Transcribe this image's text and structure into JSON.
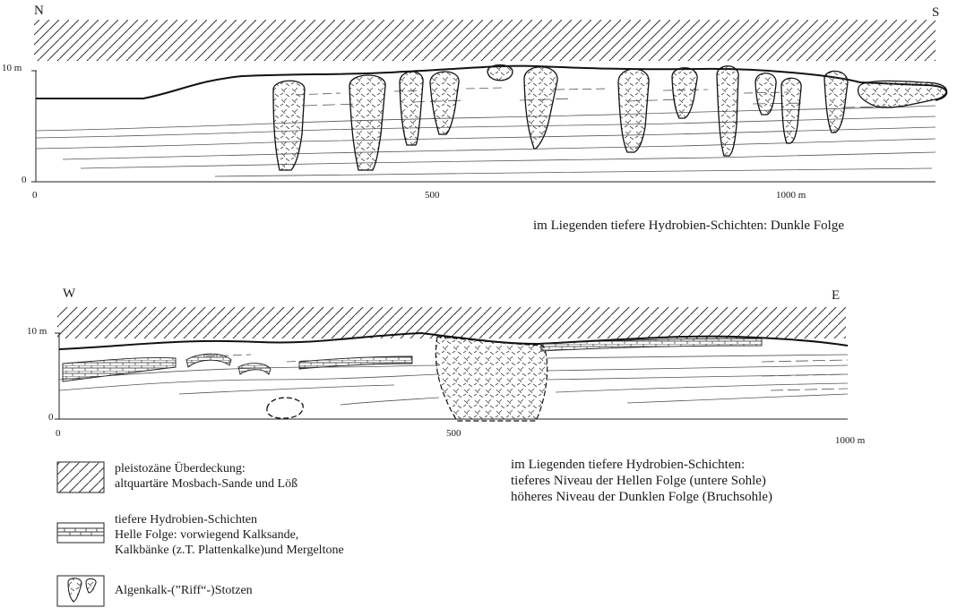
{
  "profile_ns": {
    "dir_left": "N",
    "dir_right": "S",
    "y_tick_top": "10 m",
    "y_tick_bottom": "0",
    "x_tick_0": "0",
    "x_tick_500": "500",
    "x_tick_1000": "1000 m",
    "caption": "im Liegenden tiefere Hydrobien-Schichten: Dunkle Folge"
  },
  "profile_we": {
    "dir_left": "W",
    "dir_right": "E",
    "y_tick_top": "10 m",
    "y_tick_bottom": "0",
    "x_tick_0": "0",
    "x_tick_500": "500",
    "x_tick_1000": "1000 m",
    "caption_lines": [
      "im Liegenden tiefere Hydrobien-Schichten:",
      "tieferes Niveau der Hellen Folge (untere Sohle)",
      "höheres Niveau der Dunklen Folge (Bruchsohle)"
    ]
  },
  "legend": [
    {
      "symbol": "diagonal-hatch",
      "lines": [
        "pleistozäne Überdeckung:",
        "altquartäre Mosbach-Sande und Löß"
      ]
    },
    {
      "symbol": "brick-layers",
      "lines": [
        "tiefere Hydrobien-Schichten",
        "Helle Folge: vorwiegend Kalksande,",
        "Kalkbänke (z.T. Plattenkalke)und Mergeltone"
      ]
    },
    {
      "symbol": "algal-reef",
      "lines": [
        "Algenkalk-(”Riff“-)Stotzen"
      ]
    }
  ]
}
